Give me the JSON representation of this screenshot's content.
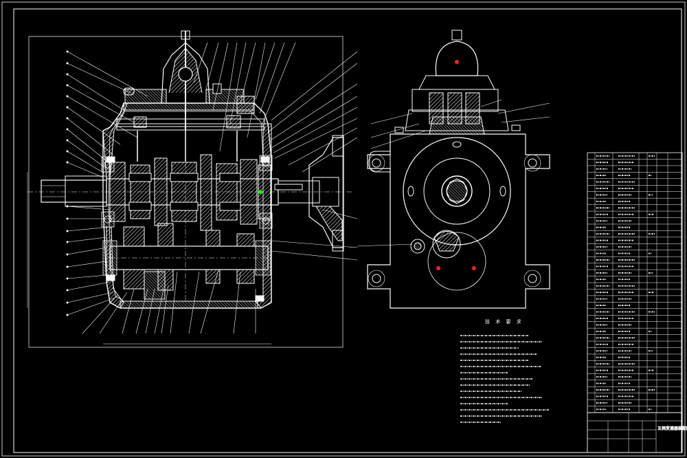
{
  "drawing": {
    "tech_req_title": "技 术 要 求",
    "title_block_name": "五挡变速器装配图",
    "colors": {
      "background": "#000000",
      "line": "#ffffff",
      "hatch": "#ffffff",
      "marker_red": "#ff2020",
      "marker_green": "#00ff00"
    },
    "tech_notes_count": 10,
    "parts_list_rows": 40
  }
}
